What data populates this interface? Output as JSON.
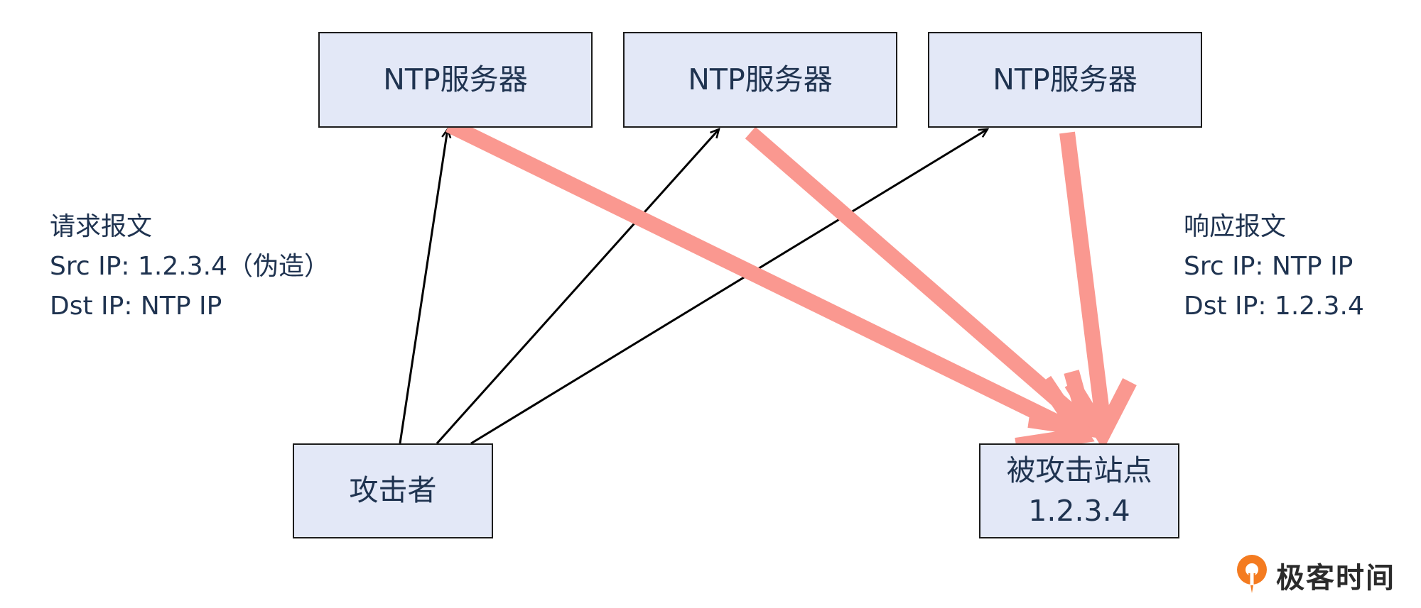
{
  "nodes": {
    "servers": [
      {
        "label": "NTP服务器"
      },
      {
        "label": "NTP服务器"
      },
      {
        "label": "NTP服务器"
      }
    ],
    "attacker": {
      "label": "攻击者"
    },
    "victim": {
      "label": "被攻击站点",
      "ip": "1.2.3.4"
    }
  },
  "annotations": {
    "request": {
      "title": "请求报文",
      "src": "Src IP: 1.2.3.4（伪造）",
      "dst": "Dst IP:  NTP IP"
    },
    "response": {
      "title": "响应报文",
      "src": "Src IP: NTP IP",
      "dst": "Dst IP: 1.2.3.4"
    }
  },
  "brand": {
    "name": "极客时间",
    "logo": "geektime-logo-icon"
  },
  "colors": {
    "box_fill": "#e3e8f7",
    "box_border": "#1c1c1c",
    "text": "#1f3350",
    "request_arrow": "#000000",
    "response_arrow": "#fa9890",
    "brand_orange": "#f47b20"
  }
}
